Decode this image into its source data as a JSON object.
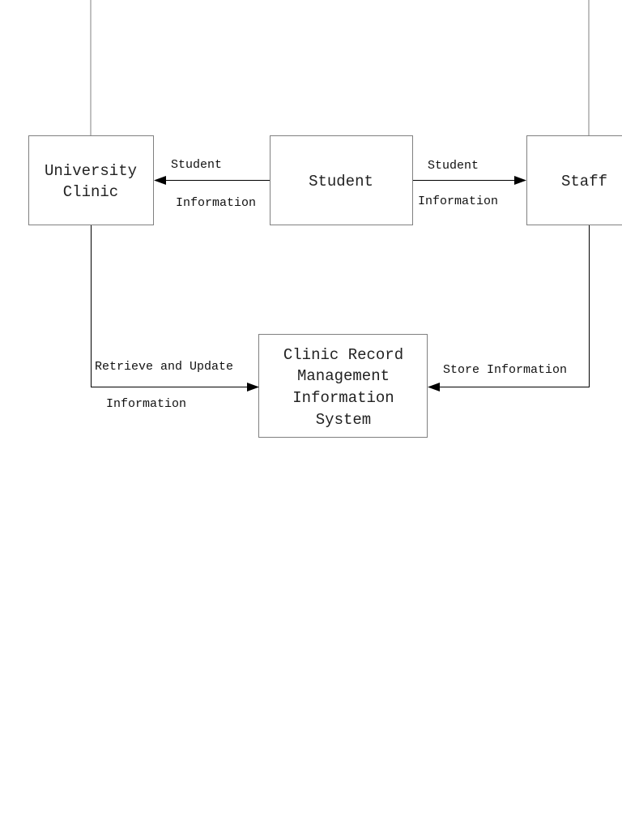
{
  "nodes": {
    "university_clinic": {
      "line1": "University",
      "line2": "Clinic"
    },
    "student": {
      "label": "Student"
    },
    "staff": {
      "label": "Staff"
    },
    "cms": {
      "line1": "Clinic Record",
      "line2": "Management",
      "line3": "Information",
      "line4": "System"
    }
  },
  "flows": {
    "student_to_clinic": {
      "line1": "Student",
      "line2": "Information"
    },
    "student_to_staff": {
      "line1": "Student",
      "line2": "Information"
    },
    "clinic_to_system": {
      "line1": "Retrieve and Update",
      "line2": "Information"
    },
    "staff_to_system": {
      "label": "Store Information"
    }
  }
}
